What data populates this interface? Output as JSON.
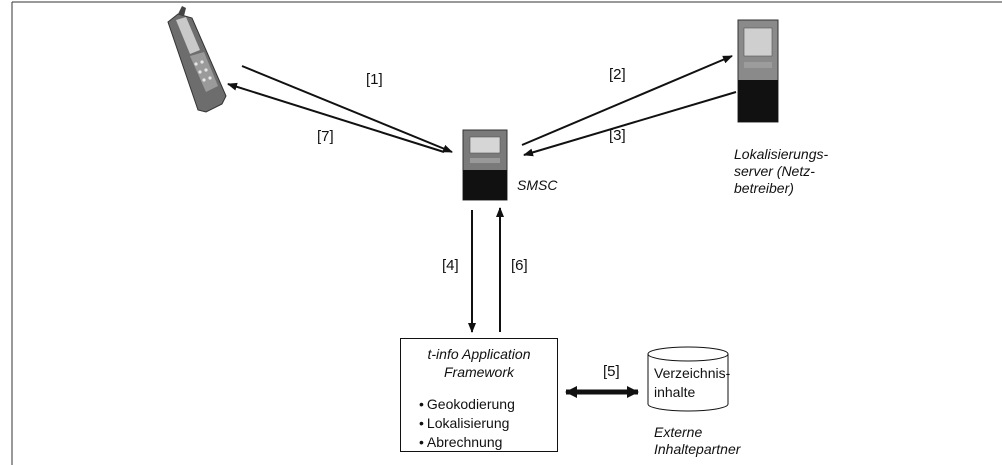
{
  "nodes": {
    "smsc": "SMSC",
    "location_server": [
      "Lokalisierungs-",
      "server (Netz-",
      "betreiber)"
    ],
    "framework": {
      "title": [
        "t-info Application",
        "Framework"
      ],
      "items": [
        "Geokodierung",
        "Lokalisierung",
        "Abrechnung"
      ]
    },
    "directory": [
      "Verzeichnis-",
      "inhalte"
    ],
    "partner": [
      "Externe",
      "Inhaltepartner"
    ]
  },
  "steps": {
    "s1": "[1]",
    "s2": "[2]",
    "s3": "[3]",
    "s4": "[4]",
    "s5": "[5]",
    "s6": "[6]",
    "s7": "[7]"
  }
}
